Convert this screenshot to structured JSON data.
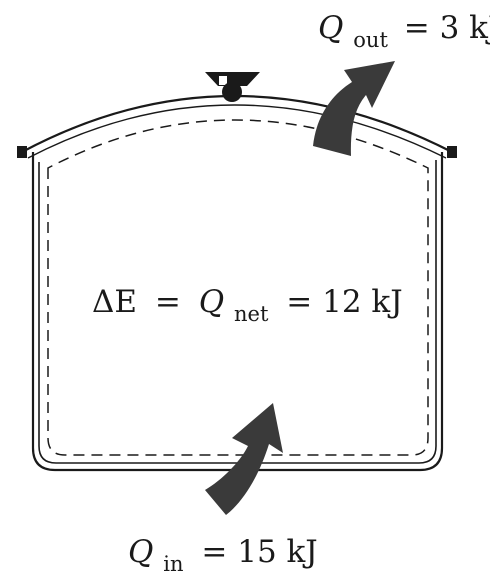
{
  "diagram": {
    "q_out": {
      "symbol": "Q",
      "subscript": "out",
      "rest": "= 3 kJ"
    },
    "energy_balance": {
      "delta_e": "ΔE",
      "eq1": "=",
      "q_symbol": "Q",
      "q_subscript": "net",
      "rest": "= 12 kJ"
    },
    "q_in": {
      "symbol": "Q",
      "subscript": "in",
      "rest": "= 15 kJ"
    },
    "colors": {
      "outline": "#1a1a1a",
      "arrow_fill": "#3a3a3a",
      "background": "#ffffff"
    }
  }
}
